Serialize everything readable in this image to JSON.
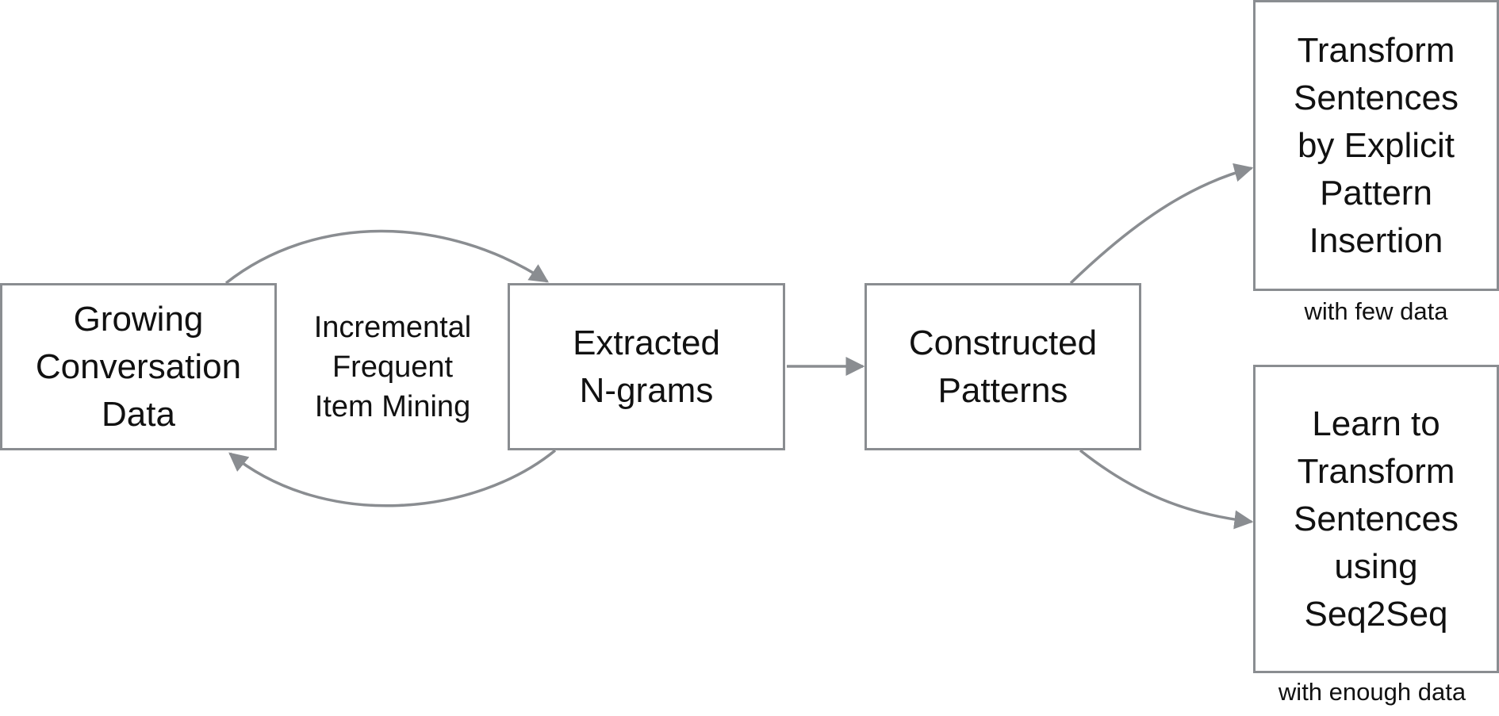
{
  "nodes": {
    "growing": "Growing\nConversation\nData",
    "extracted": "Extracted\nN-grams",
    "constructed": "Constructed\nPatterns",
    "transform": "Transform\nSentences\nby Explicit\nPattern\nInsertion",
    "learn": "Learn to\nTransform\nSentences\nusing\nSeq2Seq"
  },
  "edge_labels": {
    "mining": "Incremental\nFrequent\nItem Mining"
  },
  "captions": {
    "transform": "with few data",
    "learn": "with enough data"
  },
  "colors": {
    "border": "#8a8d91",
    "arrow": "#8a8d91",
    "text": "#111111"
  }
}
